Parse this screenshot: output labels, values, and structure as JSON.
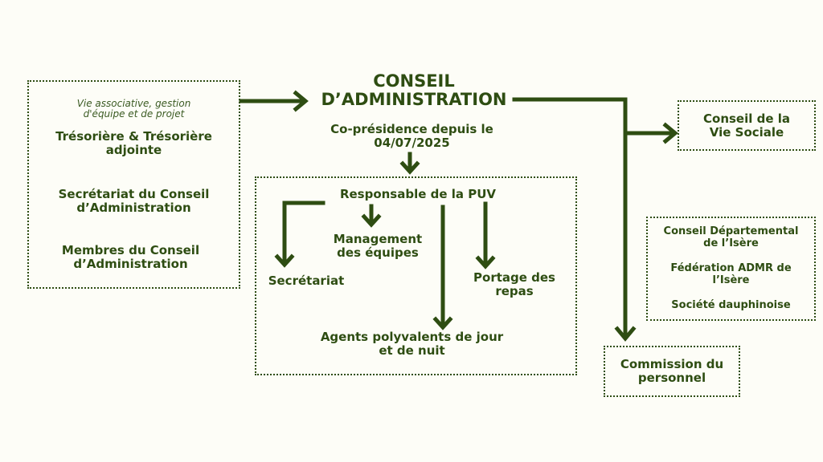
{
  "left_box": {
    "caption_line1": "Vie associative, gestion",
    "caption_line2": "d'équipe et de projet",
    "items": [
      {
        "line1": "Trésorière & Trésorière",
        "line2": "adjointe"
      },
      {
        "line1": "Secrétariat du Conseil",
        "line2": "d’Administration"
      },
      {
        "line1": "Membres du Conseil",
        "line2": "d’Administration"
      }
    ]
  },
  "center": {
    "title_line1": "CONSEIL",
    "title_line2": "D’ADMINISTRATION",
    "subtitle_line1": "Co-présidence depuis le",
    "subtitle_line2": "04/07/2025"
  },
  "puv_box": {
    "head": "Responsable de la PUV",
    "management_line1": "Management",
    "management_line2": "des équipes",
    "secretariat": "Secrétariat",
    "portage_line1": "Portage des",
    "portage_line2": "repas",
    "agents_line1": "Agents polyvalents de jour",
    "agents_line2": "et de nuit"
  },
  "cvs": {
    "line1": "Conseil de la",
    "line2": "Vie Sociale"
  },
  "partners": [
    {
      "line1": "Conseil Départemental",
      "line2": "de l’Isère"
    },
    {
      "line1": "Fédération ADMR de",
      "line2": "l’Isère"
    },
    {
      "line1": "Société dauphinoise",
      "line2": ""
    }
  ],
  "commission": {
    "line1": "Commission du",
    "line2": "personnel"
  }
}
